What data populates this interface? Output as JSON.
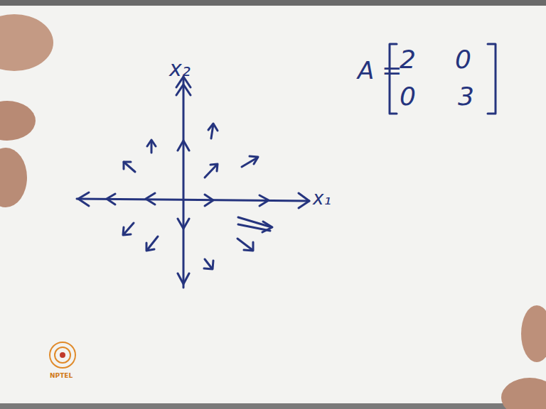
{
  "diagram": {
    "labels": [
      "x₂",
      "x₁",
      "A =",
      "2",
      "0",
      "0",
      "3",
      "NPTEL"
    ]
  }
}
